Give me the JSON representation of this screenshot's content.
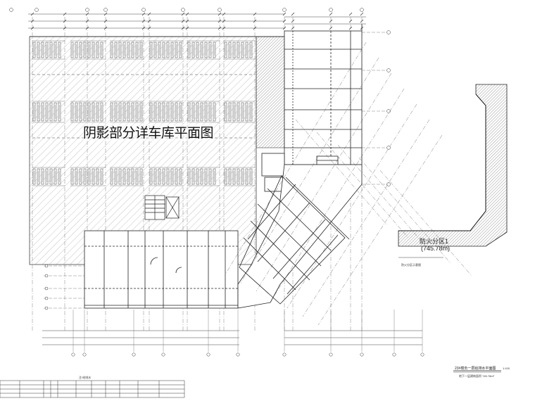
{
  "drawing": {
    "hatched_note": "阴影部分详车库平面图",
    "fire_zone_name": "防火分区1",
    "fire_zone_area": "(745.78m)",
    "key_plan_caption": "防火分区示意图",
    "sheet_title": "23#楼负一层给排水平面图",
    "sheet_scale": "1:100",
    "sheet_subtitle": "地下一层建筑面积 745.78m²",
    "table_note": "注:给排水"
  }
}
